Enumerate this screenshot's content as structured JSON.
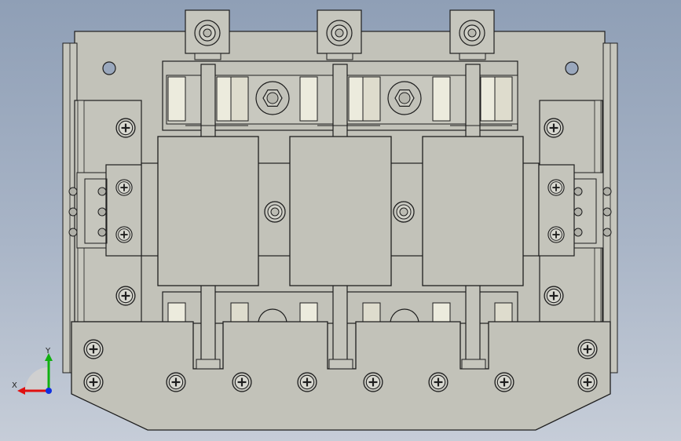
{
  "viewport": {
    "background_top": "#8f9fb6",
    "background_bottom": "#c6cdd8"
  },
  "model": {
    "part_fill": "#c2c2b9",
    "edge_color": "#1e1e1e",
    "insulator_fill": "#ecebdd",
    "terminal_count": 3,
    "screw_icon": "phillips-screw-icon",
    "nut_icon": "hex-nut-icon"
  },
  "triad": {
    "x_label": "X",
    "y_label": "Y",
    "x_color": "#e01010",
    "y_color": "#10b010",
    "z_color": "#1030e0"
  }
}
